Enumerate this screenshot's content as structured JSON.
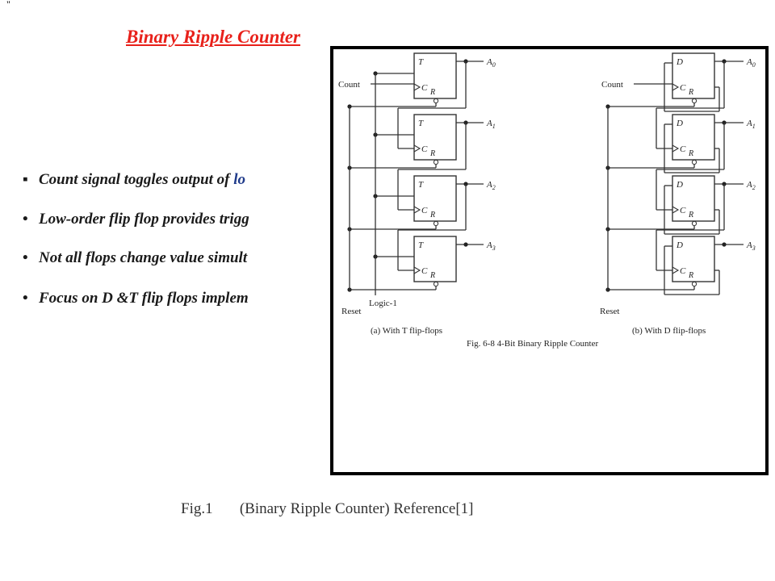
{
  "corner_mark": "\"",
  "title": "Binary Ripple Counter",
  "bullets": [
    {
      "marker": "▪",
      "text": "Count signal toggles output of ",
      "accent": "lo"
    },
    {
      "marker": "•",
      "text": "Low-order flip flop provides trigg",
      "accent": ""
    },
    {
      "marker": "•",
      "text": "Not all flops change value simult",
      "accent": ""
    },
    {
      "marker": "•",
      "text": "Focus on D &T  flip flops implem",
      "accent": ""
    }
  ],
  "figure": {
    "left_panel": {
      "cell_letter": "T",
      "clock_label": "C",
      "reset_pin": "R",
      "outputs": [
        "A",
        "A",
        "A",
        "A"
      ],
      "output_subscripts": [
        "0",
        "1",
        "2",
        "3"
      ],
      "count_label": "Count",
      "logic_label": "Logic-1",
      "reset_label": "Reset",
      "caption": "(a) With T flip-flops"
    },
    "right_panel": {
      "cell_letter": "D",
      "clock_label": "C",
      "reset_pin": "R",
      "outputs": [
        "A",
        "A",
        "A",
        "A"
      ],
      "output_subscripts": [
        "0",
        "1",
        "2",
        "3"
      ],
      "count_label": "Count",
      "reset_label": "Reset",
      "caption": "(b) With D flip-flops"
    },
    "figure_title": "Fig. 6-8  4-Bit Binary Ripple Counter"
  },
  "fig_caption": "Fig.1       (Binary Ripple Counter) Reference[1]"
}
